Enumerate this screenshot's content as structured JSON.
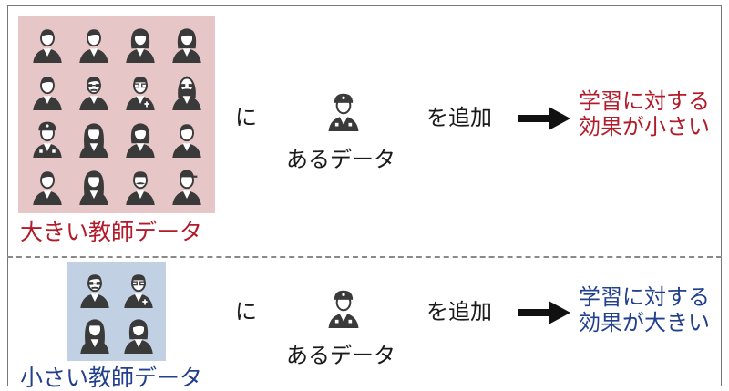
{
  "row1": {
    "teacher_label": "大きい教師データ",
    "particle": "に",
    "data_label": "あるデータ",
    "action": "を追加",
    "result_line1": "学習に対する",
    "result_line2": "効果が小さい"
  },
  "row2": {
    "teacher_label": "小さい教師データ",
    "particle": "に",
    "data_label": "あるデータ",
    "action": "を追加",
    "result_line1": "学習に対する",
    "result_line2": "効果が大きい"
  },
  "icons": {
    "large_panel": [
      "man-icon",
      "man-icon",
      "woman-icon",
      "woman-icon",
      "man-icon",
      "glasses-man-icon",
      "priest-icon",
      "bearded-man-icon",
      "police-icon",
      "girl-icon",
      "woman-icon",
      "man-icon",
      "man-icon",
      "girl-icon",
      "mustache-man-icon",
      "cap-man-icon"
    ],
    "small_panel": [
      "glasses-man-icon",
      "priest-icon",
      "girl-icon",
      "woman-icon"
    ],
    "data_item": "police-icon"
  },
  "colors": {
    "large_bg": "#e7c6c7",
    "small_bg": "#c1d0e3",
    "red": "#b31b2a",
    "blue": "#23408f",
    "icon": "#3a3a3a"
  }
}
